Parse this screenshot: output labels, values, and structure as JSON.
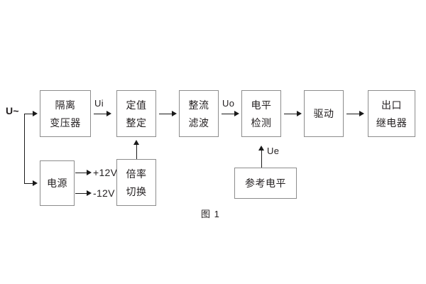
{
  "figure": {
    "caption": "图 1",
    "input_label": "U~",
    "colors": {
      "background": "#ffffff",
      "box_border": "#8c8c8c",
      "text": "#231f20",
      "connector": "#1a1a1a"
    }
  },
  "blocks": [
    {
      "id": "isolation-transformer",
      "line1": "隔离",
      "line2": "变压器"
    },
    {
      "id": "setpoint-adjust",
      "line1": "定值",
      "line2": "整定"
    },
    {
      "id": "rectify-filter",
      "line1": "整流",
      "line2": "滤波"
    },
    {
      "id": "level-detect",
      "line1": "电平",
      "line2": "检测"
    },
    {
      "id": "drive",
      "line1": "驱动",
      "line2": ""
    },
    {
      "id": "output-relay",
      "line1": "出口",
      "line2": "继电器"
    },
    {
      "id": "power-supply",
      "line1": "电源",
      "line2": ""
    },
    {
      "id": "multiplier-switch",
      "line1": "倍率",
      "line2": "切换"
    },
    {
      "id": "reference-level",
      "line1": "参考电平",
      "line2": ""
    }
  ],
  "signals": {
    "ui": "Ui",
    "uo": "Uo",
    "ue": "Ue",
    "plus12v": "+12V",
    "minus12v": "-12V"
  }
}
